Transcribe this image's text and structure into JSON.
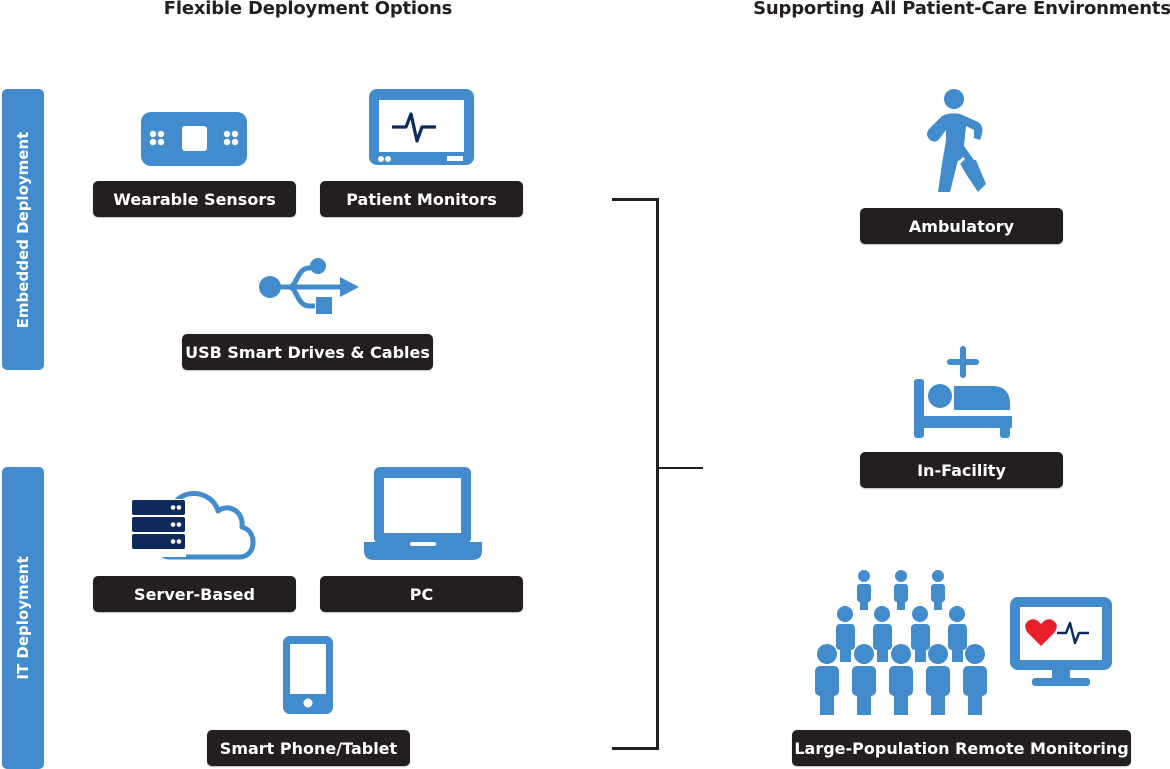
{
  "titles": {
    "left": "Flexible Deployment Options",
    "right": "Supporting All Patient-Care Environments"
  },
  "sidebars": {
    "embedded": "Embedded Deployment",
    "it": "IT Deployment"
  },
  "deployment_options": {
    "wearable": "Wearable Sensors",
    "monitors": "Patient Monitors",
    "usb": "USB Smart Drives & Cables",
    "server": "Server-Based",
    "pc": "PC",
    "phone": "Smart Phone/Tablet"
  },
  "environments": {
    "ambulatory": "Ambulatory",
    "facility": "In-Facility",
    "remote": "Large-Population Remote Monitoring"
  },
  "colors": {
    "accent_blue": "#428bcc",
    "dark_navy": "#0d2a5a",
    "label_bg": "#231f20",
    "heart_red": "#e8202a"
  }
}
